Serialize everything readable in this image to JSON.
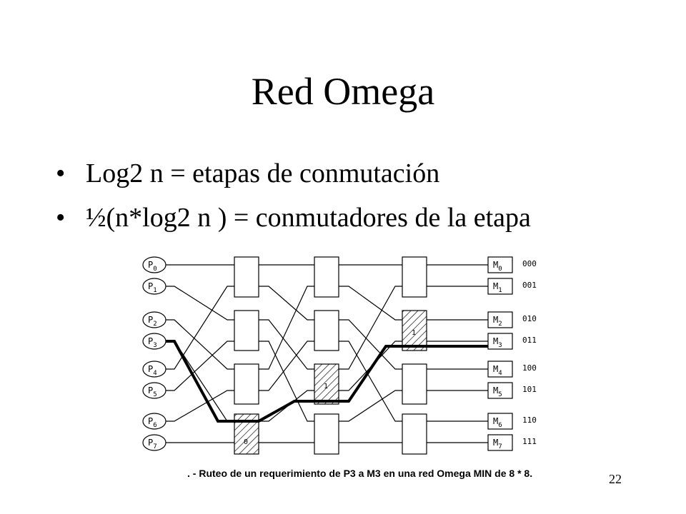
{
  "title": "Red Omega",
  "bullets": [
    {
      "marker": "•",
      "text": "Log2 n = etapas de conmutación"
    },
    {
      "marker": "•",
      "text": "½(n*log2 n ) = conmutadores de la etapa"
    }
  ],
  "diagram": {
    "processors": [
      {
        "letter": "P",
        "sub": "0"
      },
      {
        "letter": "P",
        "sub": "1"
      },
      {
        "letter": "P",
        "sub": "2"
      },
      {
        "letter": "P",
        "sub": "3"
      },
      {
        "letter": "P",
        "sub": "4"
      },
      {
        "letter": "P",
        "sub": "5"
      },
      {
        "letter": "P",
        "sub": "6"
      },
      {
        "letter": "P",
        "sub": "7"
      }
    ],
    "memories": [
      {
        "letter": "M",
        "sub": "0",
        "address": "000"
      },
      {
        "letter": "M",
        "sub": "1",
        "address": "001"
      },
      {
        "letter": "M",
        "sub": "2",
        "address": "010"
      },
      {
        "letter": "M",
        "sub": "3",
        "address": "011"
      },
      {
        "letter": "M",
        "sub": "4",
        "address": "100"
      },
      {
        "letter": "M",
        "sub": "5",
        "address": "101"
      },
      {
        "letter": "M",
        "sub": "6",
        "address": "110"
      },
      {
        "letter": "M",
        "sub": "7",
        "address": "111"
      }
    ],
    "active_switch_bits": [
      "0",
      "1",
      "1"
    ],
    "route": {
      "from": "P3",
      "to": "M3"
    }
  },
  "caption": ". - Ruteo de un requerimiento de P3 a M3 en una red Omega MIN de 8 * 8.",
  "page_number": "22",
  "colors": {
    "background": "#ffffff",
    "ink": "#000000"
  }
}
